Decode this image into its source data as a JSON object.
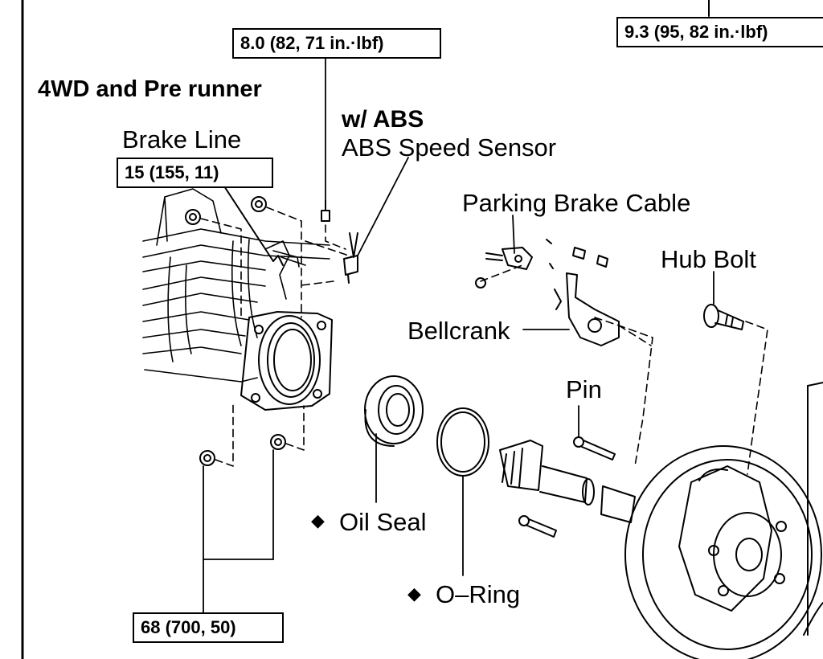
{
  "title": "4WD and Pre runner",
  "torque_specs": {
    "top_right": "9.3 (95, 82 in.·lbf)",
    "sensor_bolt": "8.0 (82, 71 in.·lbf)",
    "brake_line": "15 (155, 11)",
    "nuts_bottom": "68 (700, 50)"
  },
  "labels": {
    "w_abs": "w/  ABS",
    "abs_speed_sensor": "ABS Speed Sensor",
    "brake_line": "Brake Line",
    "parking_brake_cable": "Parking Brake Cable",
    "hub_bolt": "Hub Bolt",
    "bellcrank": "Bellcrank",
    "pin": "Pin",
    "oil_seal": "Oil Seal",
    "o_ring": "O–Ring"
  },
  "symbols": {
    "non_reusable": "◆"
  }
}
